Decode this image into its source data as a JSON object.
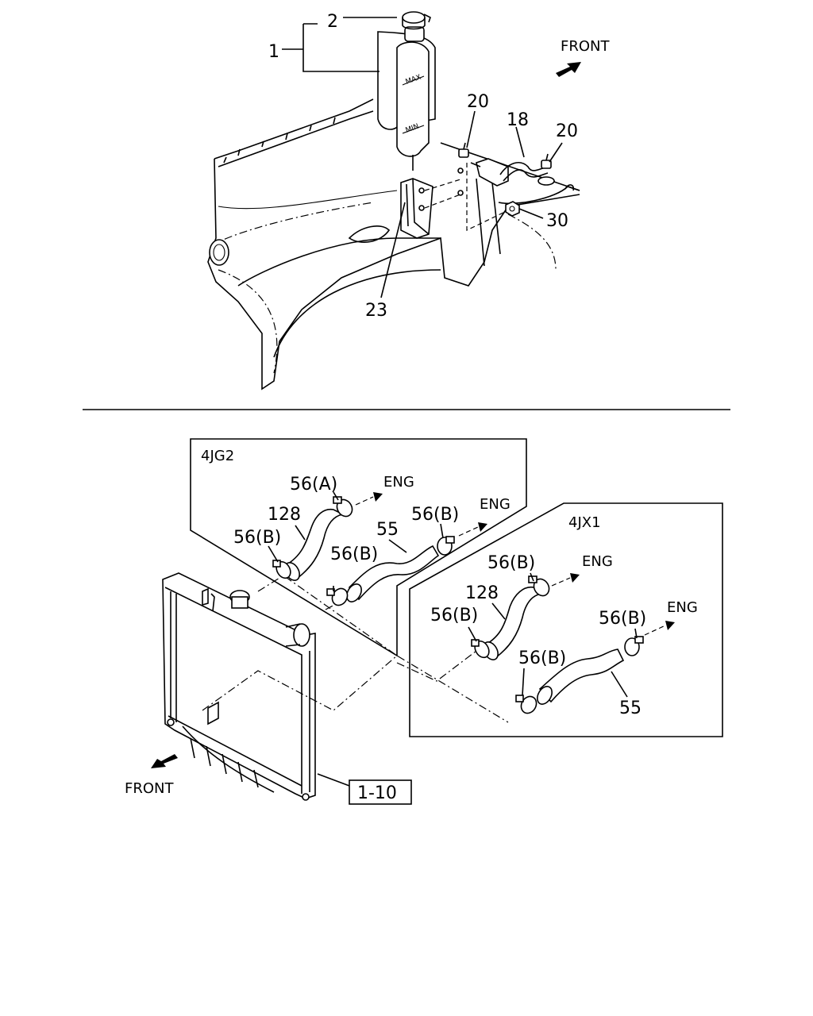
{
  "top": {
    "labels": {
      "l1": "1",
      "l2": "2",
      "l18": "18",
      "l20a": "20",
      "l20b": "20",
      "l23": "23",
      "l30": "30"
    },
    "front": "FRONT",
    "tank_marks": {
      "max": "MAX",
      "min": "MIN"
    }
  },
  "bottom": {
    "box_4jg2": {
      "title": "4JG2",
      "l128": "128",
      "l55": "55",
      "l56a": "56(A)",
      "l56b1": "56(B)",
      "l56b2": "56(B)",
      "l56b3": "56(B)",
      "eng1": "ENG",
      "eng2": "ENG"
    },
    "box_4jx1": {
      "title": "4JX1",
      "l128": "128",
      "l55": "55",
      "l56b1": "56(B)",
      "l56b2": "56(B)",
      "l56b3": "56(B)",
      "l56b4": "56(B)",
      "eng1": "ENG",
      "eng2": "ENG"
    },
    "front": "FRONT",
    "ref": "1-10"
  }
}
